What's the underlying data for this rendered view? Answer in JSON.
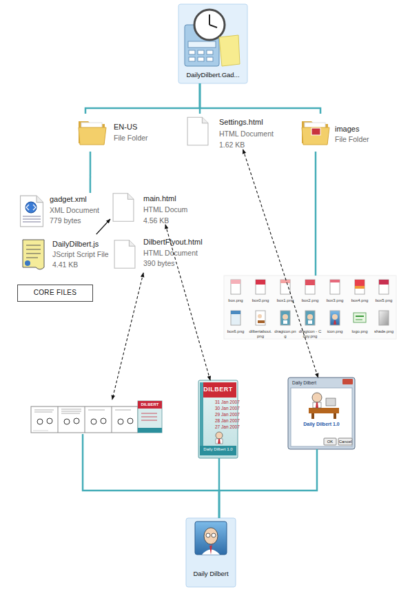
{
  "diagram": {
    "nodes": [
      {
        "text": [
          "DailyDilbert.Gad..."
        ]
      },
      {
        "text": [
          "EN-US",
          "File Folder"
        ]
      },
      {
        "text": [
          "Settings.html",
          "HTML Document",
          "1.62 KB"
        ]
      },
      {
        "text": [
          "images",
          "File Folder"
        ]
      },
      {
        "text": [
          "gadget.xml",
          "XML Document",
          "779 bytes"
        ]
      },
      {
        "text": [
          "main.html",
          "HTML Docum",
          "4.56 KB"
        ]
      },
      {
        "text": [
          "DailyDilbert.js",
          "JScript Script File",
          "4.41 KB"
        ]
      },
      {
        "text": [
          "DilbertFlyout.html",
          "HTML Document",
          "390 bytes"
        ]
      },
      {
        "text": [
          "CORE FILES"
        ]
      },
      {
        "text": [
          "box.png",
          "box0.png",
          "box1.png",
          "box2.png",
          "box3.png",
          "box4.png",
          "box5.png",
          "box6.png",
          "dilbertabout.png",
          "dragicon.png",
          "dragicon - Copy.png",
          "icon.png",
          "logo.png",
          "shade.png"
        ]
      },
      {
        "text": [
          "DILBERT"
        ]
      },
      {
        "text": [
          "DILBERT",
          "31 Jan 2007",
          "30 Jan 2007",
          "29 Jan 2007",
          "28 Jan 2007",
          "27 Jan 2007",
          "Daily Dilbert 1.0"
        ]
      },
      {
        "text": [
          "Daily Dilbert",
          "Daily Dilbert 1.0",
          "OK",
          "Cancel"
        ]
      },
      {
        "text": [
          "Daily Dilbert"
        ]
      }
    ],
    "edges": [
      {
        "from": 0,
        "to": 1,
        "arrow": "none"
      },
      {
        "from": 0,
        "to": 2,
        "arrow": "none"
      },
      {
        "from": 0,
        "to": 3,
        "arrow": "none"
      },
      {
        "from": 1,
        "to": 4,
        "arrow": "none"
      },
      {
        "from": 3,
        "to": 9,
        "arrow": "none"
      },
      {
        "from": 6,
        "to": 5,
        "arrow": "to"
      },
      {
        "from": 7,
        "to": 10,
        "arrow": "both"
      },
      {
        "from": 5,
        "to": 11,
        "arrow": "both"
      },
      {
        "from": 2,
        "to": 12,
        "arrow": "both"
      },
      {
        "from": 10,
        "to": 13,
        "arrow": "none"
      },
      {
        "from": 11,
        "to": 13,
        "arrow": "none"
      },
      {
        "from": 12,
        "to": 13,
        "arrow": "none"
      }
    ]
  }
}
